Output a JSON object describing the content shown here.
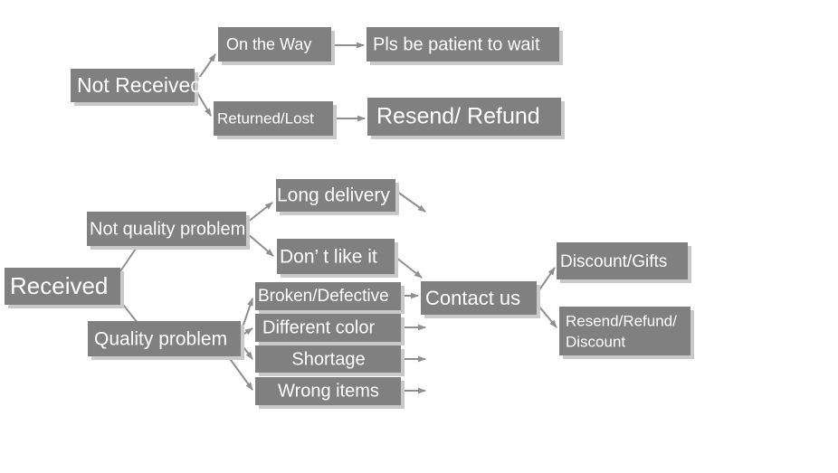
{
  "diagram": {
    "title": "Order issue resolution flowchart",
    "type": "flowchart",
    "background_color": "#ffffff",
    "node_fill_color": "#808080",
    "node_text_color": "#ffffff",
    "connector_color": "#8f8f8f",
    "shadow_color": "#c9c9c9",
    "branches": [
      {
        "id": "not-received",
        "root_label": "Not Received",
        "children": [
          {
            "id": "on-the-way",
            "label": "On the Way",
            "outcome": "Pls be patient to wait"
          },
          {
            "id": "returned-lost",
            "label": "Returned/Lost",
            "outcome": "Resend/ Refund"
          }
        ]
      },
      {
        "id": "received",
        "root_label": "Received",
        "children": [
          {
            "id": "not-quality-problem",
            "label": "Not quality problem",
            "reasons": [
              {
                "id": "long-delivery",
                "label": "Long delivery"
              },
              {
                "id": "dont-like-it",
                "label": "Don’  t like it"
              }
            ]
          },
          {
            "id": "quality-problem",
            "label": "Quality problem",
            "reasons": [
              {
                "id": "broken-defective",
                "label": "Broken/Defective"
              },
              {
                "id": "different-color",
                "label": "Different color"
              },
              {
                "id": "shortage",
                "label": "Shortage"
              },
              {
                "id": "wrong-items",
                "label": "Wrong items"
              }
            ]
          }
        ],
        "hub": {
          "id": "contact-us",
          "label": "Contact us"
        },
        "outcomes": [
          {
            "id": "discount-gifts",
            "label": "Discount/Gifts"
          },
          {
            "id": "resend-refund-discount",
            "label_line1": "Resend/Refund/",
            "label_line2": "Discount"
          }
        ]
      }
    ]
  },
  "nodes": {
    "not_received": "Not Received",
    "on_the_way": "On the Way",
    "pls_be_patient": "Pls be patient to wait",
    "returned_lost": "Returned/Lost",
    "resend_refund": "Resend/ Refund",
    "received": "Received",
    "not_quality_problem": "Not quality problem",
    "quality_problem": "Quality problem",
    "long_delivery": "Long delivery",
    "dont_like_it": "Don’  t like it",
    "broken_defective": "Broken/Defective",
    "different_color": "Different color",
    "shortage": "Shortage",
    "wrong_items": "Wrong items",
    "contact_us": "Contact us",
    "discount_gifts": "Discount/Gifts",
    "resend_refund_discount_l1": "Resend/Refund/",
    "resend_refund_discount_l2": "Discount"
  }
}
